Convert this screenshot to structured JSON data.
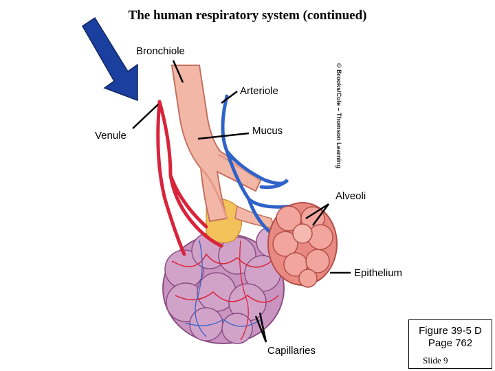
{
  "slide": {
    "title": "The human respiratory system (continued)",
    "credit": "© Brooks/Cole – Thomson Learning",
    "slide_number": "Slide 9"
  },
  "labels": {
    "bronchiole": "Bronchiole",
    "arteriole": "Arteriole",
    "venule": "Venule",
    "mucus": "Mucus",
    "alveoli": "Alveoli",
    "epithelium": "Epithelium",
    "capillaries": "Capillaries"
  },
  "figure_ref": {
    "line1": "Figure 39-5 D",
    "line2": "Page 762"
  },
  "colors": {
    "pointer_arrow": "#1a3f9e",
    "bronchiole": "#f2b7a7",
    "artery_blue": "#2f63c8",
    "vein_red": "#d8243a",
    "alveolus_pink": "#e88a82",
    "cluster_lilac": "#c58cbf",
    "mucus_yellow": "#f3c25a"
  }
}
